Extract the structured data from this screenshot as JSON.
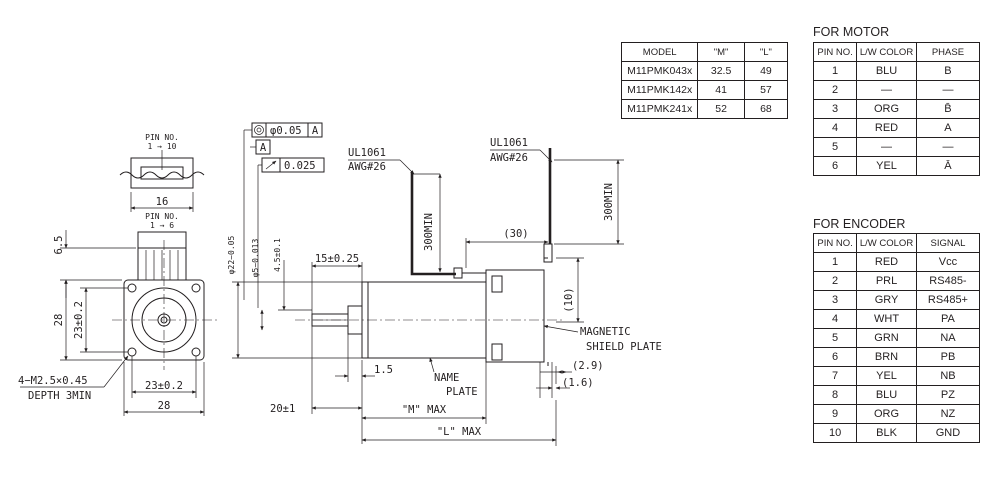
{
  "model_table": {
    "headers": [
      "MODEL",
      "\"M\"",
      "\"L\""
    ],
    "rows": [
      [
        "M11PMK043x",
        "32.5",
        "49"
      ],
      [
        "M11PMK142x",
        "41",
        "57"
      ],
      [
        "M11PMK241x",
        "52",
        "68"
      ]
    ]
  },
  "motor_table": {
    "title": "FOR MOTOR",
    "headers": [
      "PIN NO.",
      "L/W COLOR",
      "PHASE"
    ],
    "rows": [
      [
        "1",
        "BLU",
        "B"
      ],
      [
        "2",
        "—",
        "—"
      ],
      [
        "3",
        "ORG",
        "B̄"
      ],
      [
        "4",
        "RED",
        "A"
      ],
      [
        "5",
        "—",
        "—"
      ],
      [
        "6",
        "YEL",
        "Ā"
      ]
    ]
  },
  "encoder_table": {
    "title": "FOR ENCODER",
    "headers": [
      "PIN NO.",
      "L/W COLOR",
      "SIGNAL"
    ],
    "rows": [
      [
        "1",
        "RED",
        "Vcc"
      ],
      [
        "2",
        "PRL",
        "RS485-"
      ],
      [
        "3",
        "GRY",
        "RS485+"
      ],
      [
        "4",
        "WHT",
        "PA"
      ],
      [
        "5",
        "GRN",
        "NA"
      ],
      [
        "6",
        "BRN",
        "PB"
      ],
      [
        "7",
        "YEL",
        "NB"
      ],
      [
        "8",
        "BLU",
        "PZ"
      ],
      [
        "9",
        "ORG",
        "NZ"
      ],
      [
        "10",
        "BLK",
        "GND"
      ]
    ]
  },
  "drawing": {
    "pin_no_top": "PIN NO.",
    "pin_range_top": "1 → 10",
    "dim_16": "16",
    "pin_no_mid": "PIN NO.",
    "pin_range_mid": "1 → 6",
    "dim_6_5": "6.5",
    "dim_28_left": "28",
    "dim_23_left": "23±0.2",
    "dim_23_bottom": "23±0.2",
    "dim_28_bottom": "28",
    "hole_spec": "4−M2.5×0.45",
    "hole_depth": "DEPTH 3MIN",
    "concentricity": "φ0.05",
    "datum_a": "A",
    "datum_box": "A",
    "runout": "0.025",
    "dia_22": "φ22−0.05",
    "dia_5": "φ5−0.013",
    "dim_4_5": "4.5±0.1",
    "dim_15": "15±0.25",
    "cable_left_1": "UL1061",
    "cable_left_2": "AWG#26",
    "cable_right_1": "UL1061",
    "cable_right_2": "AWG#26",
    "dim_300_left": "300MIN",
    "dim_300_right": "300MIN",
    "dim_30": "(30)",
    "dim_10": "(10)",
    "shield_1": "MAGNETIC",
    "shield_2": "SHIELD PLATE",
    "dim_2_9": "(2.9)",
    "dim_1_6": "(1.6)",
    "dim_1_5": "1.5",
    "name_1": "NAME",
    "name_2": "PLATE",
    "dim_20": "20±1",
    "dim_m": "\"M\" MAX",
    "dim_l": "\"L\" MAX"
  }
}
